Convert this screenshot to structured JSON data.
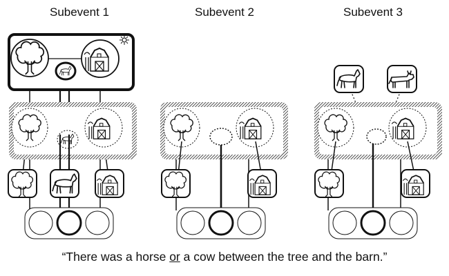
{
  "subevents": [
    {
      "title": "Subevent 1"
    },
    {
      "title": "Subevent 2"
    },
    {
      "title": "Subevent 3"
    }
  ],
  "caption": {
    "before": "“There was a horse ",
    "emphasis": "or",
    "after": " a cow between the tree and the barn.”"
  },
  "icons": {
    "tree": "tree-icon",
    "barn": "barn-icon",
    "horse": "horse-icon",
    "cow": "cow-icon",
    "sun": "sun-icon"
  },
  "colors": {
    "ink": "#111111",
    "fill": "#ffffff"
  }
}
